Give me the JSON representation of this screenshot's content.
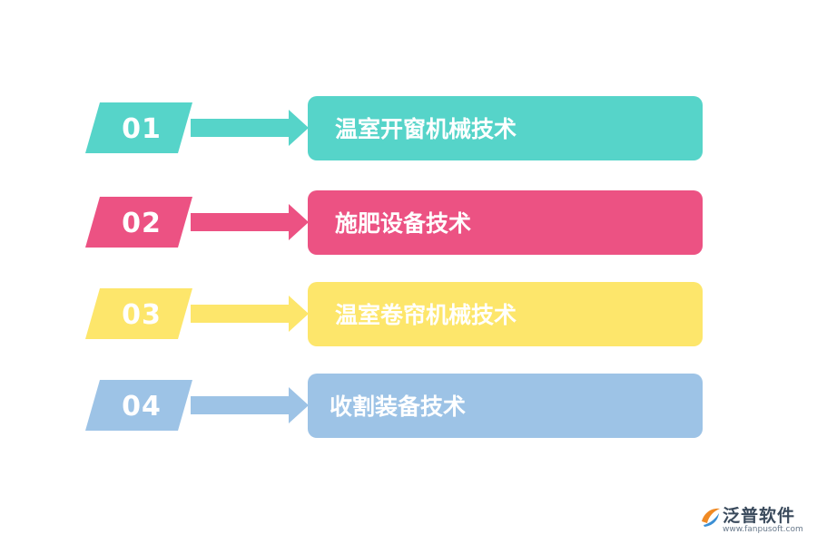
{
  "steps": [
    {
      "number": "01",
      "label": "温室开窗机械技术",
      "color": "#56d4c9"
    },
    {
      "number": "02",
      "label": "施肥设备技术",
      "color": "#ec5283"
    },
    {
      "number": "03",
      "label": "温室卷帘机械技术",
      "color": "#fde66b"
    },
    {
      "number": "04",
      "label": "收割装备技术",
      "color": "#9dc3e6"
    }
  ],
  "logo": {
    "name": "泛普软件",
    "url": "www.fanpusoft.com",
    "colors": {
      "orange": "#f08a24",
      "blue": "#3b8fd4"
    }
  }
}
